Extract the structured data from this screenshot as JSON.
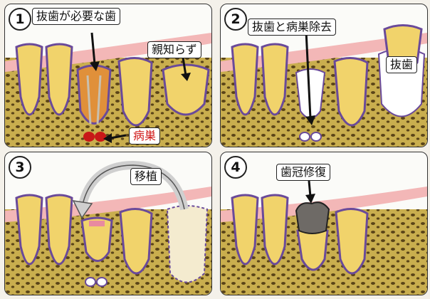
{
  "panels": [
    {
      "number": "1",
      "labels": {
        "main": "抜歯が必要な歯",
        "wisdom": "親知らず",
        "lesion": "病巣"
      }
    },
    {
      "number": "2",
      "labels": {
        "main": "抜歯と病巣除去",
        "extract": "抜歯"
      }
    },
    {
      "number": "3",
      "labels": {
        "main": "移植"
      }
    },
    {
      "number": "4",
      "labels": {
        "main": "歯冠修復"
      }
    }
  ],
  "colors": {
    "bone": "#c9ae4e",
    "gum": "#f3b7b7",
    "tooth": "#f1d36b",
    "nerve": "#6a4a9a",
    "lesion": "#c81818",
    "restoration": "#6e6a66"
  },
  "icons": [
    "down-arrow-icon",
    "curved-arrow-icon"
  ]
}
